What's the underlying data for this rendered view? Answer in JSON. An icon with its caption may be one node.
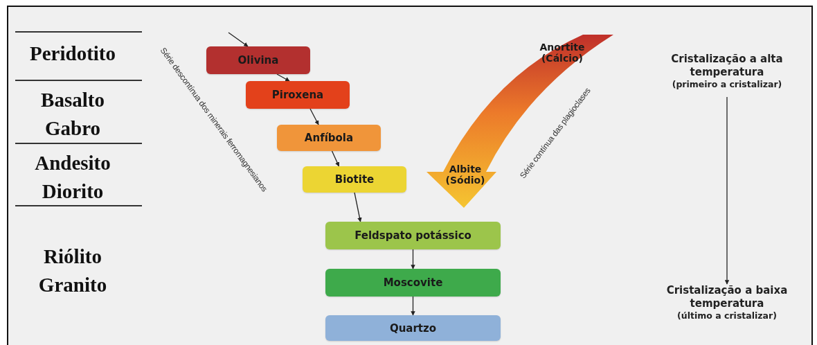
{
  "diagram": {
    "nodes": [
      {
        "text": [
          "Olivina"
        ]
      },
      {
        "text": [
          "Piroxena"
        ]
      },
      {
        "text": [
          "Anfíbola"
        ]
      },
      {
        "text": [
          "Biotite"
        ]
      },
      {
        "text": [
          "Feldspato potássico"
        ]
      },
      {
        "text": [
          "Moscovite"
        ]
      },
      {
        "text": [
          "Quartzo"
        ]
      },
      {
        "text": [
          "Cristalização a alta temperatura",
          "(primeiro a cristalizar)"
        ]
      },
      {
        "text": [
          "Cristalização a baixa temperatura",
          "(último a cristalizar)"
        ]
      },
      {
        "text": [
          "Anortite (Cálcio)",
          "Albite (Sódio)"
        ],
        "beside": [
          "Série contínua das plagioclases"
        ]
      }
    ],
    "edges": [
      {
        "from": null,
        "to": 0,
        "arrow": "to"
      },
      {
        "from": 0,
        "to": 1,
        "arrow": "to"
      },
      {
        "from": 1,
        "to": 2,
        "arrow": "to"
      },
      {
        "from": 2,
        "to": 3,
        "arrow": "to"
      },
      {
        "from": 3,
        "to": 4,
        "arrow": "to"
      },
      {
        "from": 4,
        "to": 5,
        "arrow": "to"
      },
      {
        "from": 5,
        "to": 6,
        "arrow": "to"
      },
      {
        "from": 7,
        "to": 8,
        "arrow": "to"
      }
    ],
    "labels": [
      "Peridotito",
      "Basalto Gabro",
      "Andesito Diorito",
      "Riólito Granito",
      "Série descontínua dos minerais ferromagnesianos"
    ]
  }
}
